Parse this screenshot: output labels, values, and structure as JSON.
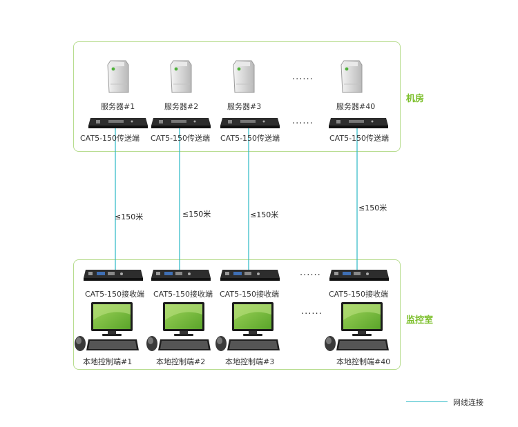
{
  "zones": {
    "room_label": "机房",
    "monitor_label": "监控室"
  },
  "servers": [
    {
      "name": "服务器#1",
      "transmitter": "CAT5-150传送端",
      "distance": "≤150米"
    },
    {
      "name": "服务器#2",
      "transmitter": "CAT5-150传送端",
      "distance": "≤150米"
    },
    {
      "name": "服务器#3",
      "transmitter": "CAT5-150传送端",
      "distance": "≤150米"
    },
    {
      "name": "服务器#40",
      "transmitter": "CAT5-150传送端",
      "distance": "≤150米"
    }
  ],
  "consoles": [
    {
      "receiver": "CAT5-150接收端",
      "name": "本地控制端#1"
    },
    {
      "receiver": "CAT5-150接收端",
      "name": "本地控制端#2"
    },
    {
      "receiver": "CAT5-150接收端",
      "name": "本地控制端#3"
    },
    {
      "receiver": "CAT5-150接收端",
      "name": "本地控制端#40"
    }
  ],
  "ellipsis": "......",
  "legend": {
    "label": "网线连接",
    "color": "#29b8c5"
  },
  "colors": {
    "zone_border": "#b7dc8e",
    "zone_label": "#7cbf2b",
    "screen": "#7fc241"
  }
}
